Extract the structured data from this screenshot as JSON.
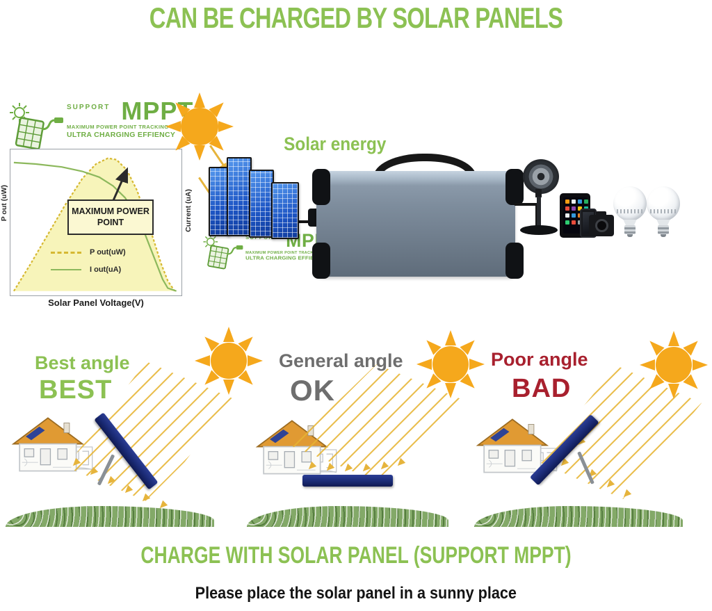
{
  "page": {
    "top_title": "CAN BE CHARGED BY SOLAR PANELS",
    "bottom_title": "CHARGE WITH SOLAR PANEL (SUPPORT MPPT)",
    "bottom_note": "Please place the solar panel in a sunny place"
  },
  "colors": {
    "green": "#8cc153",
    "green_dark": "#6fae44",
    "sun": "#f5a81c",
    "ray": "#e6b43c",
    "navy": "#1a2a74",
    "red": "#a8202e",
    "gray_text": "#6e6e6e",
    "chart_fill": "#f7f4ba",
    "chart_dash": "#d6b832",
    "chart_line": "#8cb85c"
  },
  "mppt_logo": {
    "support": "SUPPORT",
    "name": "MPPT",
    "line1": "MAXIMUM POWER POINT TRACKING",
    "line2": "ULTRA CHARGING EFFIENCY"
  },
  "solar_energy_label": "Solar energy",
  "chart_data": {
    "type": "line",
    "title": "",
    "xlabel": "Solar Panel Voltage(V)",
    "ylabel_left": "P out (uW)",
    "ylabel_right": "Current (uA)",
    "annotation": "MAXIMUM POWER POINT",
    "grid": false,
    "legend_position": "inside-lower-left",
    "axis_note": "qualitative curves, no numeric ticks; coordinates normalized 0-100 (y inverted)",
    "fill_color": "#f7f4ba",
    "legend": [
      {
        "label": "P out(uW)",
        "style": "dashed",
        "color": "#d6b832"
      },
      {
        "label": "I out(uA)",
        "style": "solid",
        "color": "#8cb85c"
      }
    ],
    "series": [
      {
        "name": "P out(uW)",
        "points": [
          [
            2,
            97
          ],
          [
            12,
            78
          ],
          [
            22,
            58
          ],
          [
            32,
            38
          ],
          [
            42,
            20
          ],
          [
            50,
            10
          ],
          [
            57,
            6
          ],
          [
            62,
            7
          ],
          [
            68,
            14
          ],
          [
            74,
            28
          ],
          [
            79,
            45
          ],
          [
            84,
            63
          ],
          [
            88,
            78
          ],
          [
            92,
            90
          ],
          [
            96,
            97
          ]
        ]
      },
      {
        "name": "I out(uA)",
        "points": [
          [
            2,
            9
          ],
          [
            15,
            10
          ],
          [
            30,
            12
          ],
          [
            42,
            15
          ],
          [
            52,
            19
          ],
          [
            60,
            25
          ],
          [
            67,
            33
          ],
          [
            73,
            44
          ],
          [
            78,
            56
          ],
          [
            82,
            68
          ],
          [
            86,
            80
          ],
          [
            89,
            89
          ],
          [
            92,
            95
          ],
          [
            97,
            97
          ]
        ]
      }
    ],
    "max_power_point": [
      62,
      7
    ]
  },
  "scenes": [
    {
      "caption": "Best angle",
      "verdict": "BEST",
      "color": "#8cc153",
      "panel_orientation": "tilted toward sun"
    },
    {
      "caption": "General angle",
      "verdict": "OK",
      "color": "#6e6e6e",
      "panel_orientation": "flat on ground"
    },
    {
      "caption": "Poor angle",
      "verdict": "BAD",
      "color": "#a8202e",
      "panel_orientation": "tilted away from sun"
    }
  ]
}
